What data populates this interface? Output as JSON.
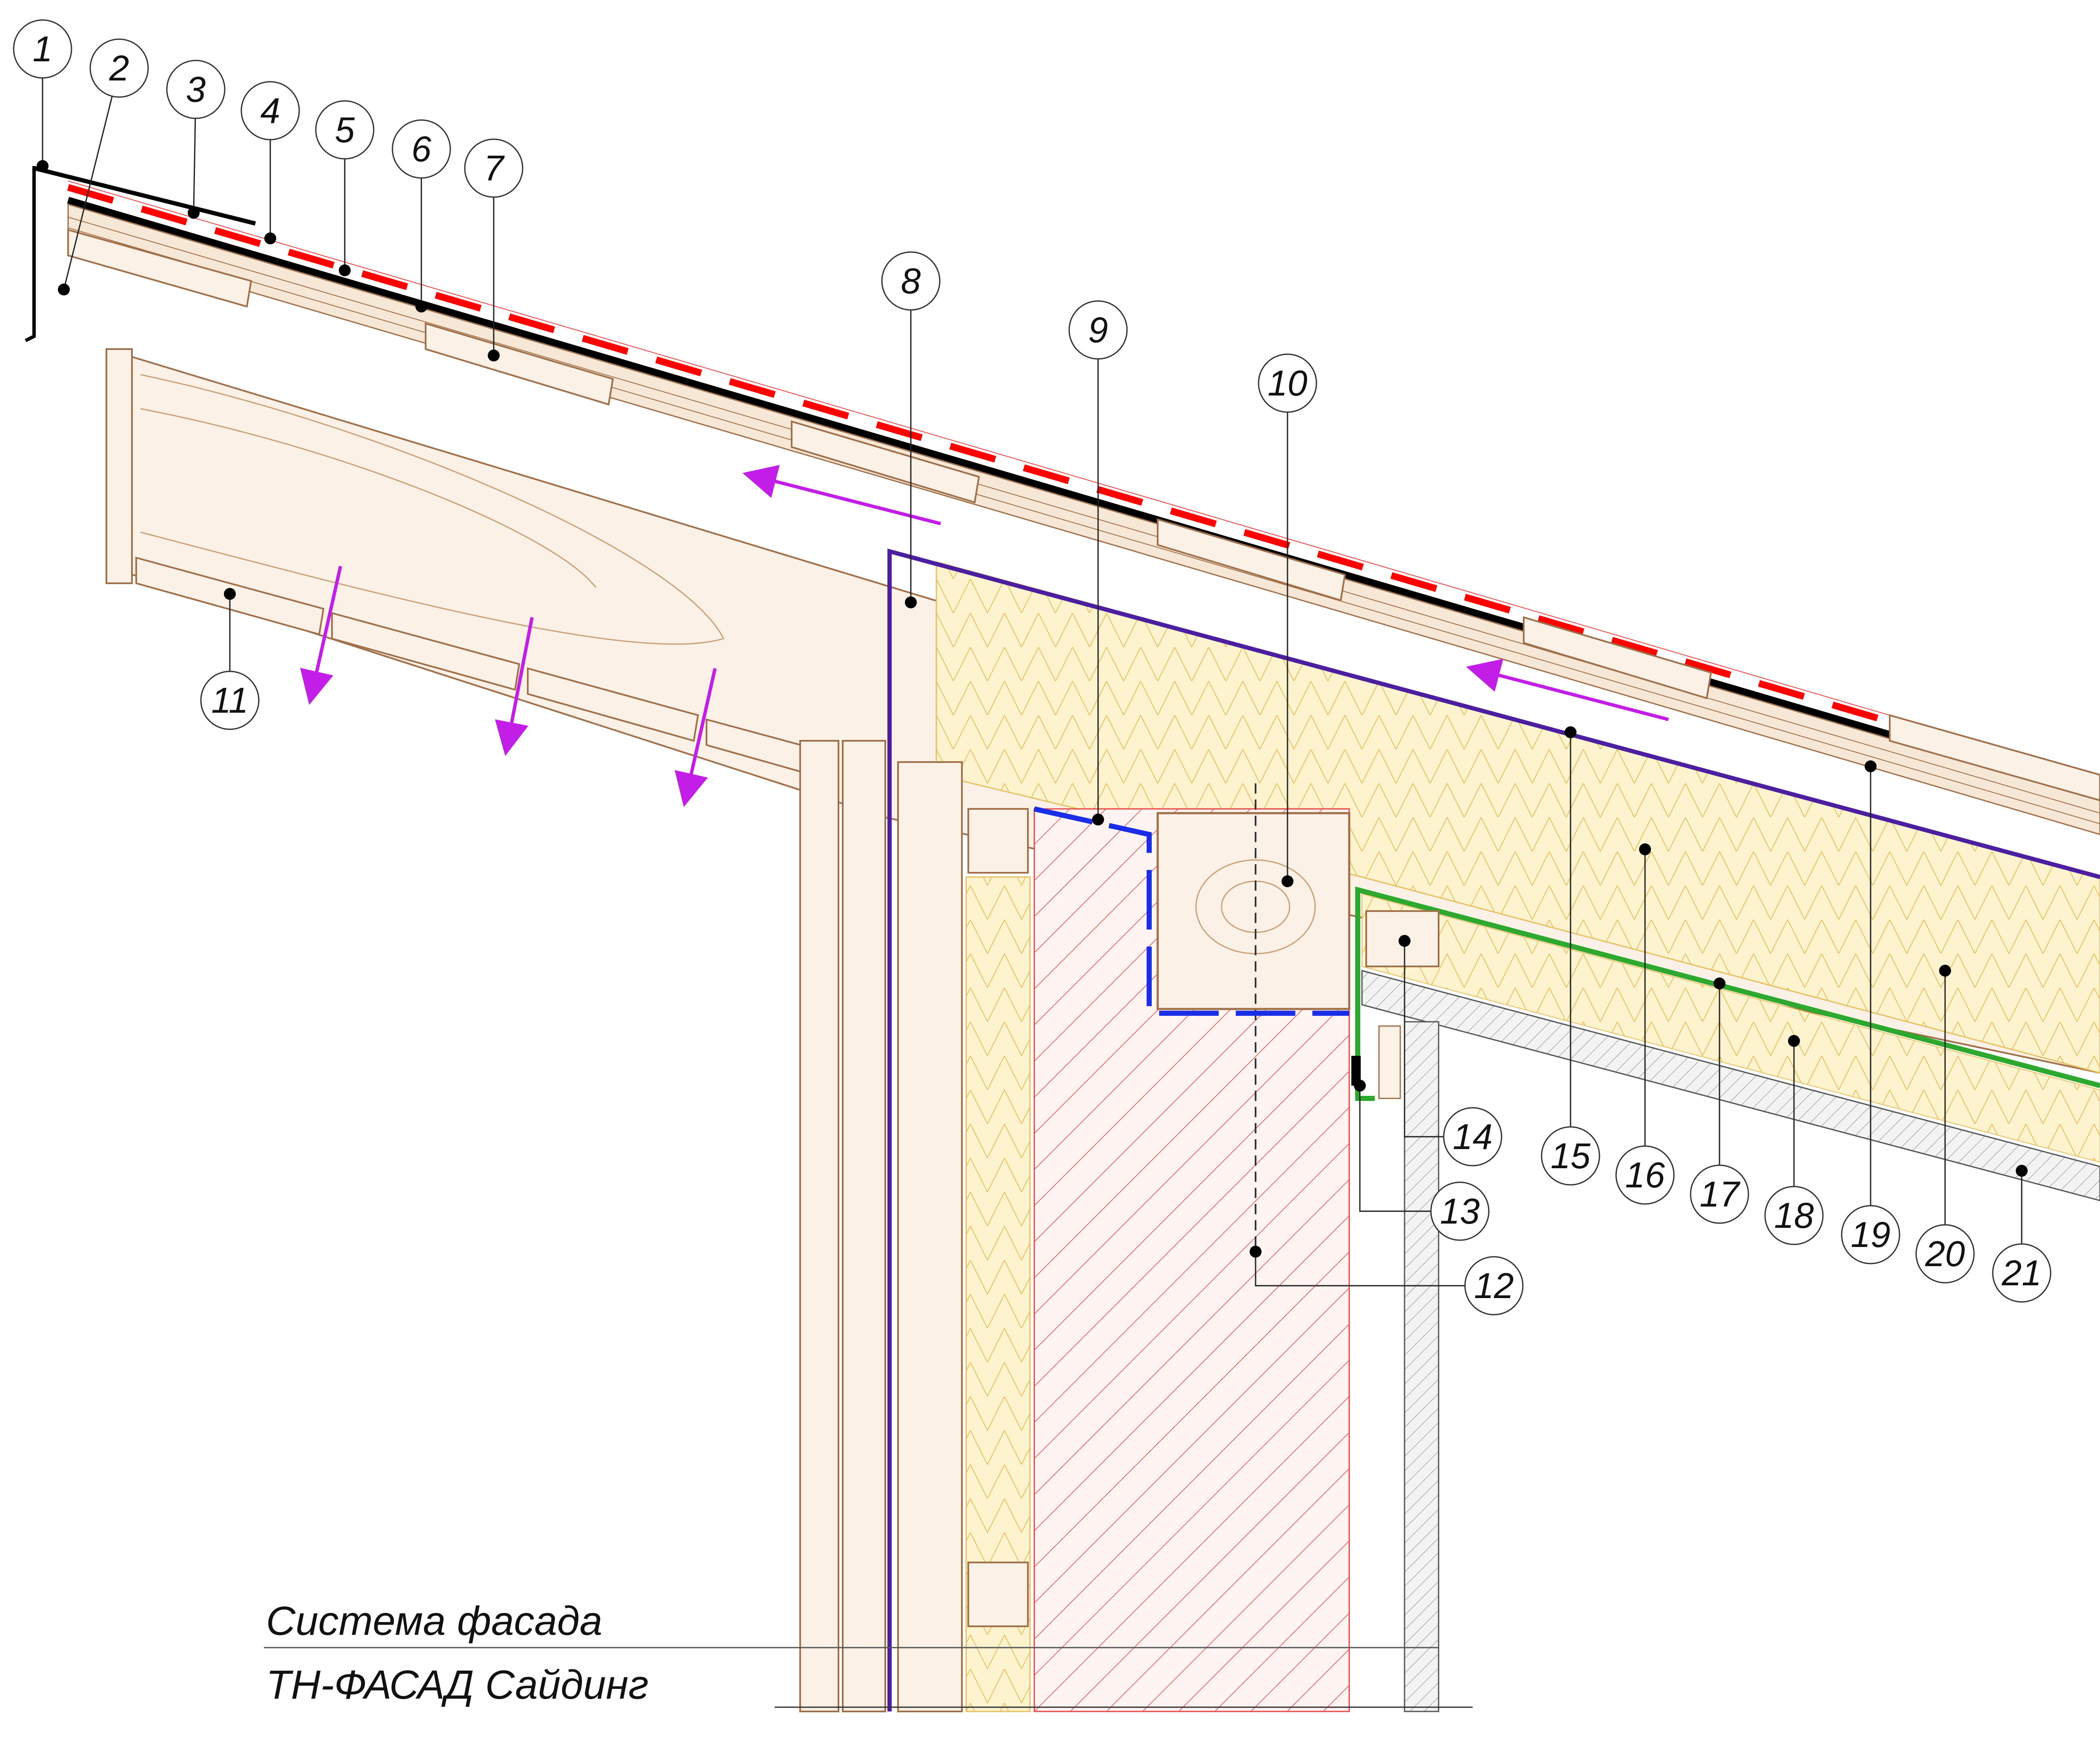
{
  "caption": {
    "line1": "Система фасада",
    "line2": "ТН-ФАСАД Сайдинг"
  },
  "callouts": [
    {
      "id": "1",
      "label": "1"
    },
    {
      "id": "2",
      "label": "2"
    },
    {
      "id": "3",
      "label": "3"
    },
    {
      "id": "4",
      "label": "4"
    },
    {
      "id": "5",
      "label": "5"
    },
    {
      "id": "6",
      "label": "6"
    },
    {
      "id": "7",
      "label": "7"
    },
    {
      "id": "8",
      "label": "8"
    },
    {
      "id": "9",
      "label": "9"
    },
    {
      "id": "10",
      "label": "10"
    },
    {
      "id": "11",
      "label": "11"
    },
    {
      "id": "12",
      "label": "12"
    },
    {
      "id": "13",
      "label": "13"
    },
    {
      "id": "14",
      "label": "14"
    },
    {
      "id": "15",
      "label": "15"
    },
    {
      "id": "16",
      "label": "16"
    },
    {
      "id": "17",
      "label": "17"
    },
    {
      "id": "18",
      "label": "18"
    },
    {
      "id": "19",
      "label": "19"
    },
    {
      "id": "20",
      "label": "20"
    },
    {
      "id": "21",
      "label": "21"
    }
  ],
  "colors": {
    "wood": "#a0704a",
    "insulation": "#f2d27a",
    "masonry": "#e84a4a",
    "membrane_red": "#ff0000",
    "vapor_barrier_purple": "#4b1fa0",
    "waterproof_blue": "#1a2ee8",
    "vapor_green": "#2fa82f",
    "airflow_arrow": "#c21ee8",
    "outline": "#111111"
  }
}
